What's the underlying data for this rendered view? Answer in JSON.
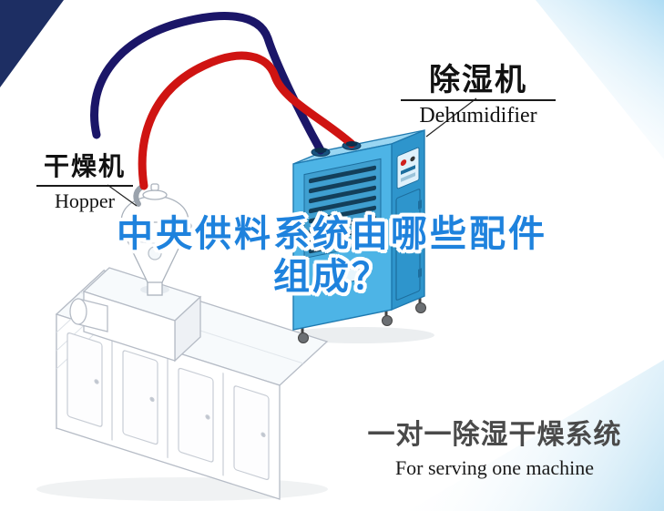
{
  "title": {
    "line1": "中央供料系统由哪些配件",
    "line2": "组成？"
  },
  "machine_labels": {
    "dehumidifier": {
      "cn": "除湿机",
      "en": "Dehumidifier"
    },
    "hopper": {
      "cn": "干燥机",
      "en": "Hopper"
    }
  },
  "caption": {
    "cn": "一对一除湿干燥系统",
    "en": "For serving one machine"
  },
  "colors": {
    "title_blue": "#1e82dd",
    "pipe_red": "#cf1412",
    "pipe_navy": "#1b1668",
    "dehumidifier_blue": "#4db4e6",
    "corner_navy": "#1d2e63",
    "corner_light_blue": "#b8e0f5",
    "caption_gray": "#4a4a4a",
    "label_black": "#111111"
  }
}
